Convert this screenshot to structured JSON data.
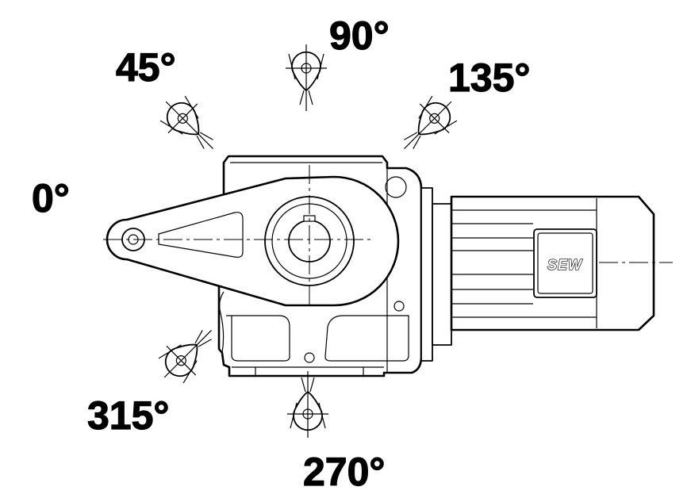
{
  "labels": {
    "angle_0": "0°",
    "angle_45": "45°",
    "angle_90": "90°",
    "angle_135": "135°",
    "angle_270": "270°",
    "angle_315": "315°"
  },
  "motor": {
    "brand_plate": "SEW"
  },
  "torque_arm_positions_deg": [
    0,
    45,
    90,
    135,
    270,
    315
  ],
  "colors": {
    "line": "#000000",
    "background": "#ffffff"
  }
}
